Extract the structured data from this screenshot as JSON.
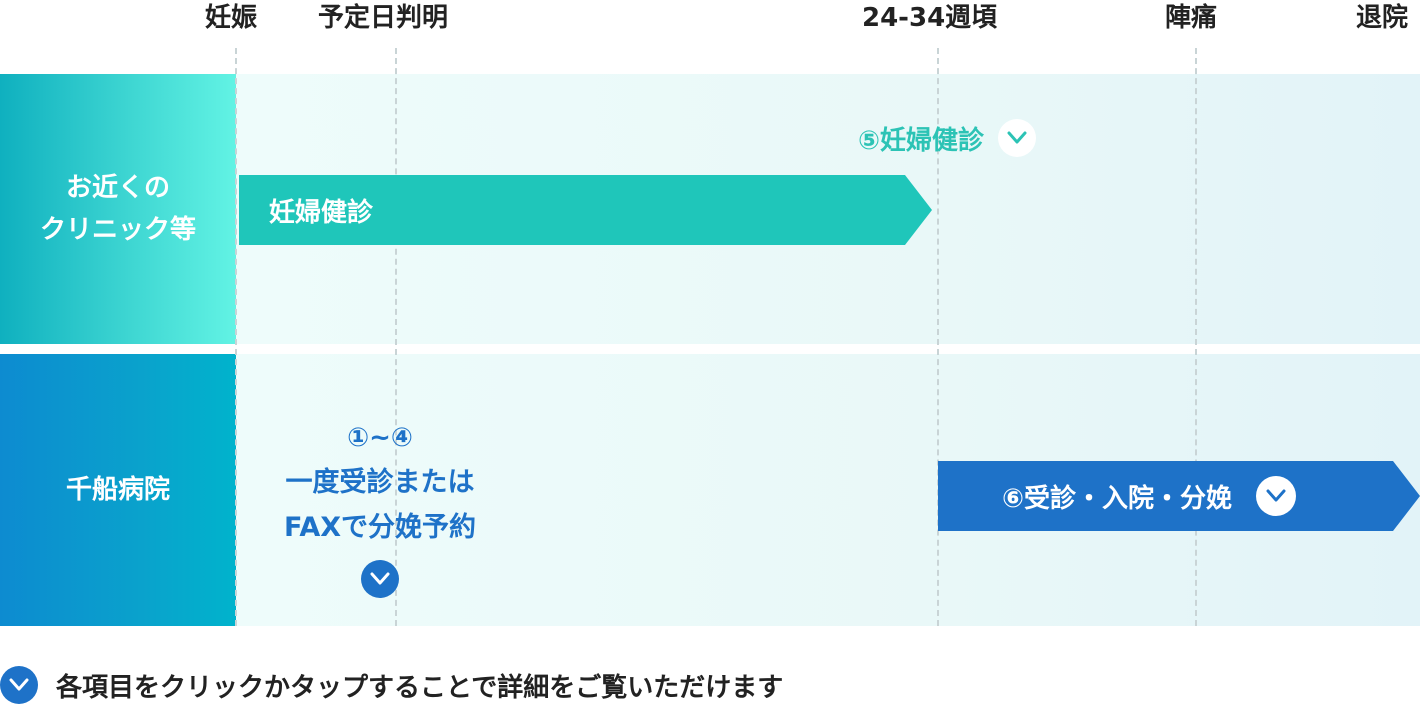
{
  "phases": {
    "pregnancy": "妊娠",
    "due_date": "予定日判明",
    "weeks": "24-34週頃",
    "labor": "陣痛",
    "discharge": "退院"
  },
  "lanes": {
    "clinic_line1": "お近くの",
    "clinic_line2": "クリニック等",
    "hospital": "千船病院"
  },
  "clinic": {
    "checkup_bar": "妊婦健診",
    "checkup_link": "⑤妊婦健診"
  },
  "hospital": {
    "steps_range": "①~④",
    "steps_line1": "一度受診または",
    "steps_line2": "FAXで分娩予約",
    "delivery_bar": "⑥受診・入院・分娩"
  },
  "footer": {
    "hint": "各項目をクリックかタップすることで詳細をご覧いただけます"
  },
  "icons": {
    "chevron": "chevron-down-icon"
  },
  "colors": {
    "teal": "#1fc6ba",
    "blue": "#1e72c8",
    "dark_blue": "#0f63b8"
  }
}
